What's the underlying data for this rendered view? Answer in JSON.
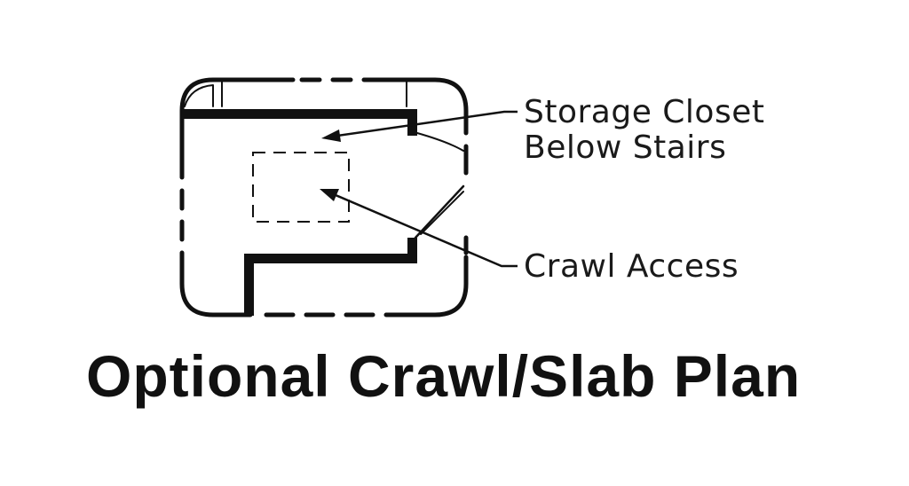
{
  "labels": {
    "storage_line1": "Storage Closet",
    "storage_line2": "Below Stairs",
    "crawl_access": "Crawl Access"
  },
  "title": "Optional Crawl/Slab Plan",
  "colors": {
    "ink": "#111111",
    "background": "#ffffff"
  }
}
